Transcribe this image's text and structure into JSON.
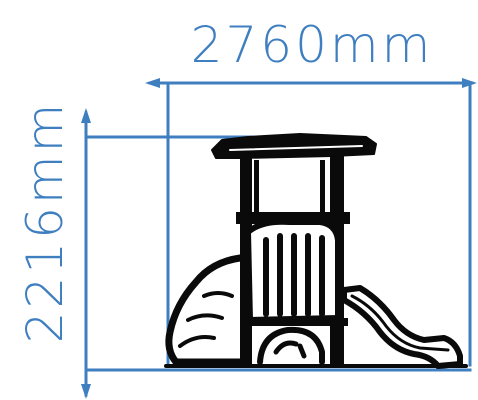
{
  "dimensions": {
    "width_label": "2760mm",
    "height_label": "2216mm",
    "width_mm": 2760,
    "height_mm": 2216
  },
  "colors": {
    "dimension": "#3f7fc0",
    "drawing": "#0a0a0a",
    "background": "#ffffff"
  }
}
